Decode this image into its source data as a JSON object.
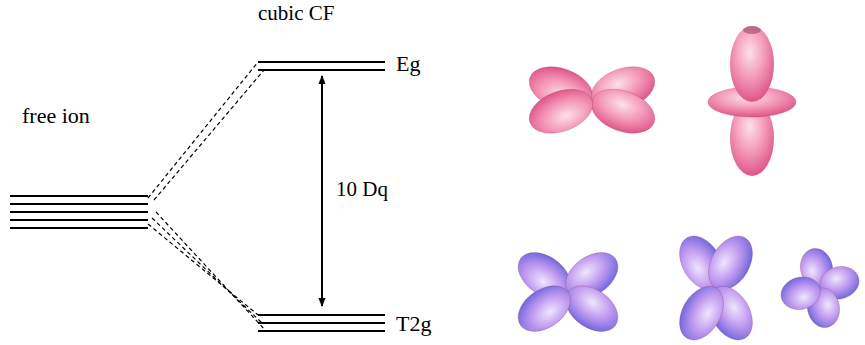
{
  "diagram": {
    "labels": [
      "cubic CF",
      "free ion",
      "Eg",
      "10 Dq",
      "T2g"
    ]
  }
}
